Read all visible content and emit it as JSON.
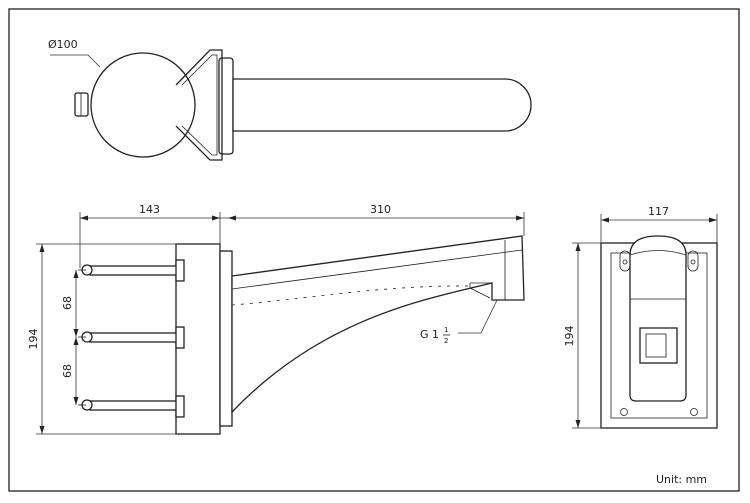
{
  "labels": {
    "diameter": "Ø100",
    "width_base": "143",
    "length_arm": "310",
    "width_plate": "117",
    "height_left": "194",
    "spacing_top": "68",
    "spacing_bottom": "68",
    "height_right": "194",
    "thread": "G 1",
    "thread_num": "1",
    "thread_den": "2",
    "unit": "Unit: mm"
  }
}
